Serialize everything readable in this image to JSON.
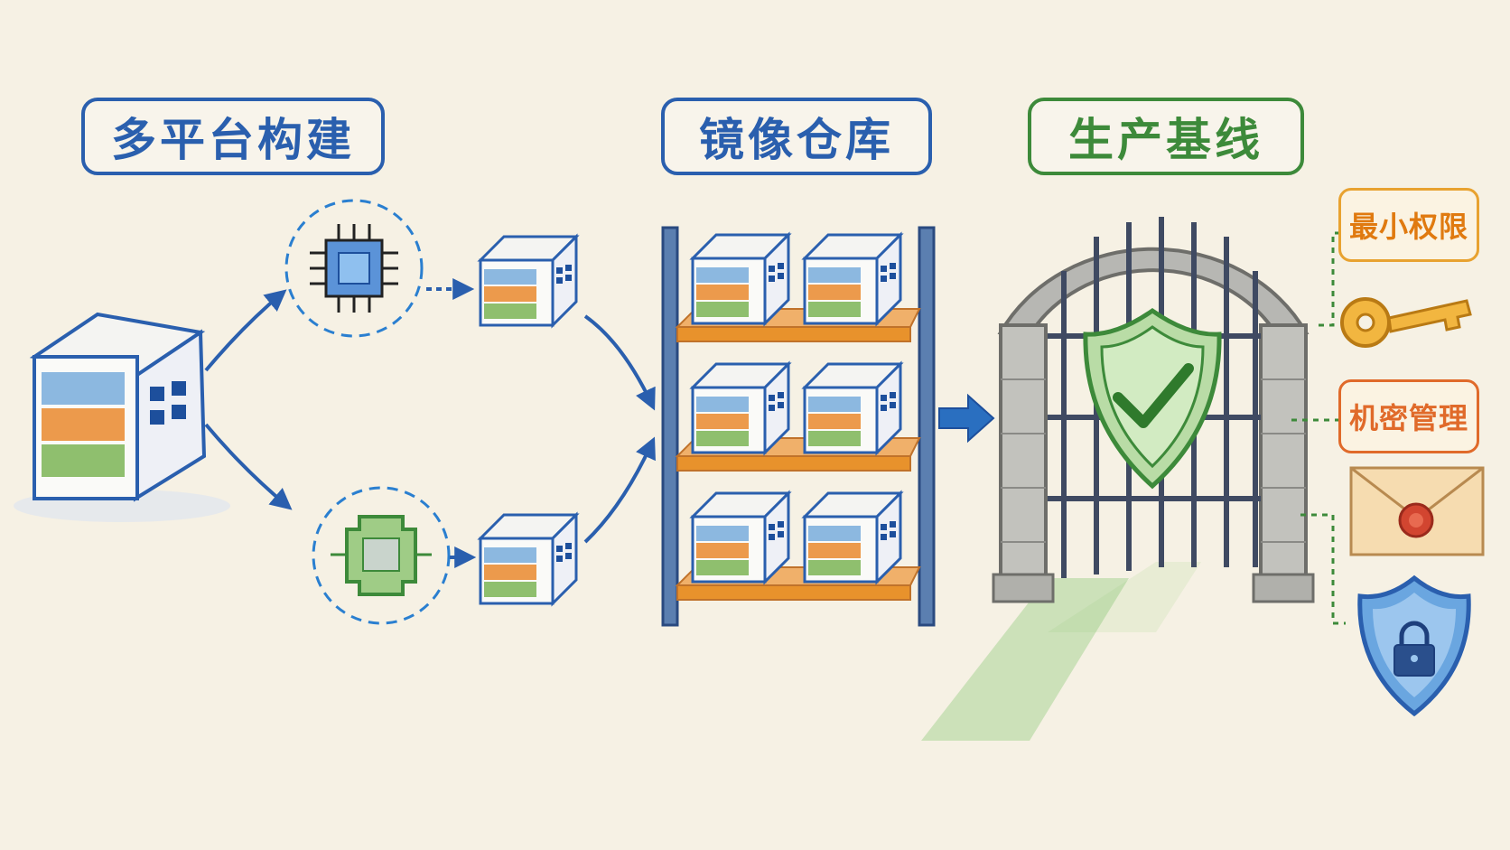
{
  "stages": [
    {
      "label": "多平台构建",
      "color": "#2a5fae"
    },
    {
      "label": "镜像仓库",
      "color": "#2a5fae"
    },
    {
      "label": "生产基线",
      "color": "#3d8a3a"
    }
  ],
  "security_controls": [
    {
      "label": "最小权限",
      "color": "#e8a230",
      "icon": "key-icon"
    },
    {
      "label": "机密管理",
      "color": "#e06a2a",
      "icon": "sealed-envelope-icon"
    },
    {
      "icon": "lock-shield-icon"
    }
  ],
  "colors": {
    "blue": "#2a5fae",
    "green": "#3d8a3a",
    "orange": "#e8922c",
    "gold": "#e8a230",
    "stone": "#9a9a96"
  }
}
